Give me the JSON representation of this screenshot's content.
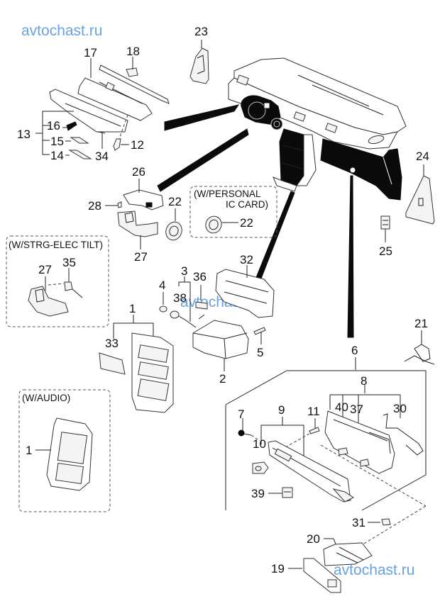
{
  "watermarks": [
    "avtochast.ru",
    "avtochast.ru",
    "avtochast.ru"
  ],
  "callouts": {
    "p1": "1",
    "p1b": "1",
    "p2": "2",
    "p3": "3",
    "p4": "4",
    "p5": "5",
    "p6": "6",
    "p7": "7",
    "p8": "8",
    "p9": "9",
    "p10": "10",
    "p11": "11",
    "p12": "12",
    "p13": "13",
    "p14": "14",
    "p15": "15",
    "p16": "16",
    "p17": "17",
    "p18": "18",
    "p19": "19",
    "p20": "20",
    "p21": "21",
    "p22a": "22",
    "p22b": "22",
    "p23": "23",
    "p24": "24",
    "p25": "25",
    "p26": "26",
    "p27a": "27",
    "p27b": "27",
    "p28": "28",
    "p30": "30",
    "p31": "31",
    "p32": "32",
    "p33": "33",
    "p34": "34",
    "p35": "35",
    "p36": "36",
    "p37": "37",
    "p38": "38",
    "p39": "39",
    "p40": "40"
  },
  "variant_boxes": {
    "personal_ic_card_line1": "(W/PERSONAL",
    "personal_ic_card_line2": "IC CARD)",
    "strg_elec_tilt": "(W/STRG-ELEC TILT)",
    "audio": "(W/AUDIO)"
  }
}
